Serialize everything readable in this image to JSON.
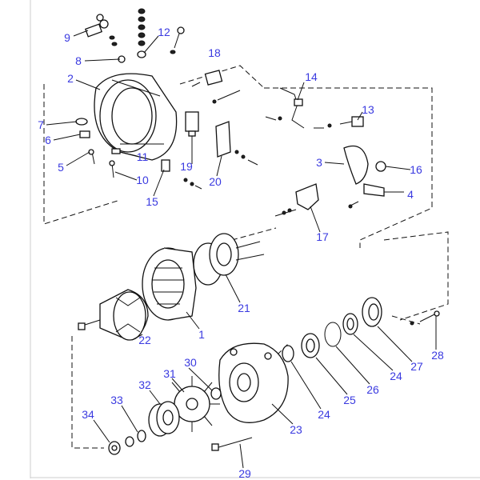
{
  "diagram": {
    "type": "exploded-parts-view",
    "label_color": "#3a3ae0",
    "callouts": [
      "9",
      "12",
      "8",
      "18",
      "2",
      "14",
      "13",
      "7",
      "6",
      "11",
      "5",
      "19",
      "3",
      "16",
      "10",
      "20",
      "4",
      "15",
      "17",
      "21",
      "1",
      "22",
      "28",
      "27",
      "24",
      "26",
      "25",
      "30",
      "31",
      "32",
      "24",
      "33",
      "23",
      "34",
      "29"
    ]
  }
}
